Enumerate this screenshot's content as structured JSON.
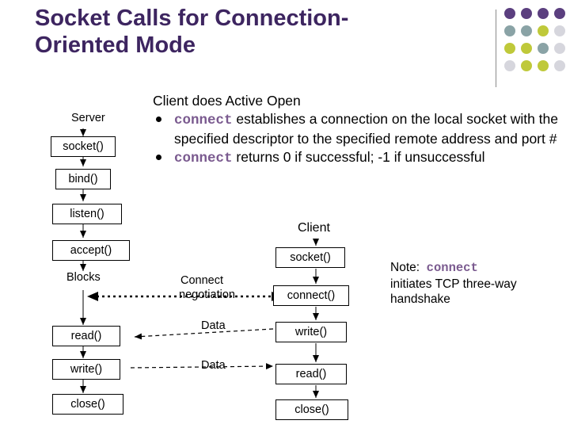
{
  "slide": {
    "title_line1": "Socket Calls for Connection-",
    "title_line2": "Oriented Mode",
    "accent_colors": [
      "#5b3f7f",
      "#8aa3a6",
      "#bfc93a",
      "#d6d6dd"
    ]
  },
  "bullets": {
    "heading": "Client does Active Open",
    "items": [
      {
        "code": "connect",
        "text": " establishes a connection on the local socket with the specified descriptor to the specified remote address and port #"
      },
      {
        "code": "connect",
        "text": " returns 0 if successful; -1 if unsuccessful"
      }
    ]
  },
  "diagram": {
    "server_label": "Server",
    "client_label": "Client",
    "server_calls": {
      "socket": "socket()",
      "bind": "bind()",
      "listen": "listen()",
      "accept": "accept()",
      "blocks": "Blocks",
      "read": "read()",
      "write": "write()",
      "close": "close()"
    },
    "client_calls": {
      "socket": "socket()",
      "connect": "connect()",
      "write": "write()",
      "read": "read()",
      "close": "close()"
    },
    "messages": {
      "connect_line1": "Connect",
      "connect_line2": "negotiation",
      "data1": "Data",
      "data2": "Data"
    }
  },
  "note": {
    "prefix": "Note:  ",
    "code": "connect",
    "line2": "initiates TCP three-way",
    "line3": "handshake"
  }
}
